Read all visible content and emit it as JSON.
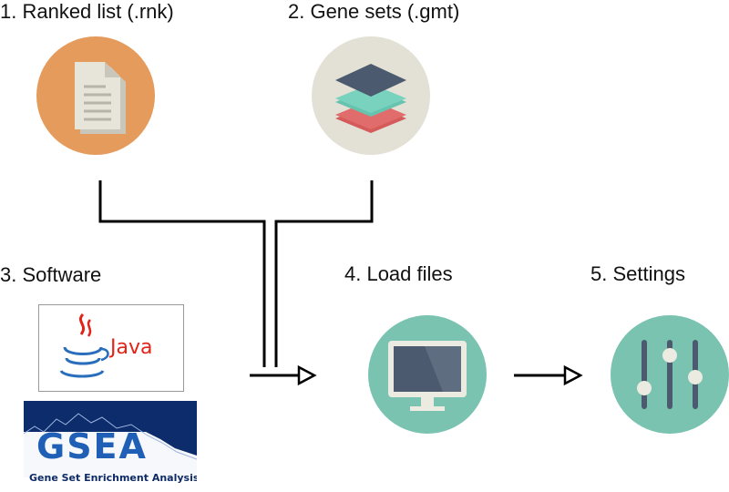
{
  "steps": {
    "ranked_list": "1. Ranked list (.rnk)",
    "gene_sets": "2. Gene sets (.gmt)",
    "software": "3. Software",
    "load_files": "4. Load files",
    "settings": "5. Settings"
  },
  "logos": {
    "java": "Java",
    "gsea": "GSEA",
    "gsea_subtitle": "Gene Set Enrichment Analysis"
  },
  "colors": {
    "ranked_list_circle": "#e59b5c",
    "gene_sets_circle": "#e3e1d5",
    "monitor_circle": "#79c3b0",
    "settings_circle": "#79c3b0",
    "layer_dark": "#4b5a6e",
    "layer_teal": "#66c4ae",
    "layer_red": "#d55a5a",
    "java_red": "#e2231a",
    "java_blue": "#2a6ebb",
    "gsea_blue": "#1f5fb5"
  },
  "icons": {
    "ranked_list": "document-icon",
    "gene_sets": "layers-icon",
    "load_files": "monitor-icon",
    "settings": "sliders-icon"
  }
}
